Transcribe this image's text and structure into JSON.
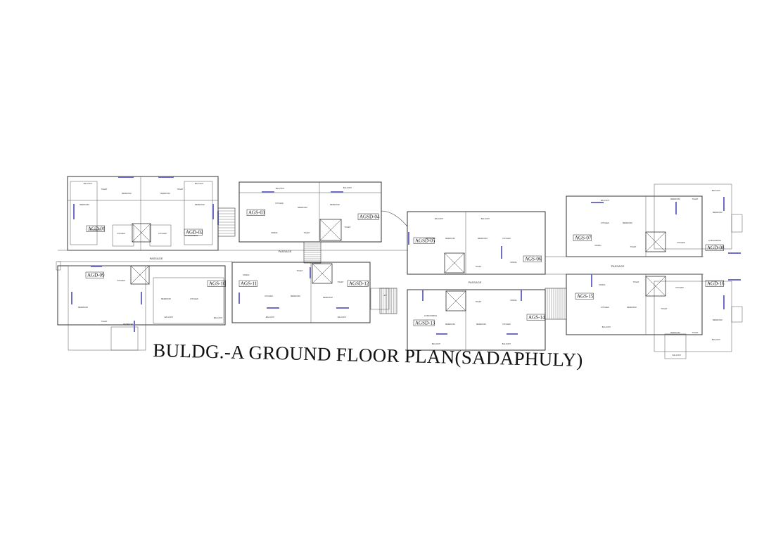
{
  "title": "BULDG.-A GROUND FLOOR PLAN(SADAPHULY)",
  "colors": {
    "wall": "#333333",
    "window": "#6e6ec8",
    "tag_box": "#222222"
  },
  "passages": [
    "PASSAGE",
    "PASSAGE",
    "PASSAGE",
    "PASSAGE"
  ],
  "lift_label": "LIFT",
  "units": [
    "AGD-01",
    "AGD-02",
    "AGS-03",
    "AGSD-04",
    "AGSD-05",
    "AGS-06",
    "AGS-07",
    "AGD-08",
    "AGD-09",
    "AGS-10",
    "AGS-11",
    "AGSD-12",
    "AGSD-13",
    "AGS-14",
    "AGS-15",
    "AGD-16"
  ],
  "room_labels": {
    "bedroom": "BEDROOM",
    "toilet": "TOILET",
    "kitchen": "KITCHEN",
    "balcony": "BALCONY",
    "living": "LIVING/DINING",
    "dining": "DINING"
  }
}
